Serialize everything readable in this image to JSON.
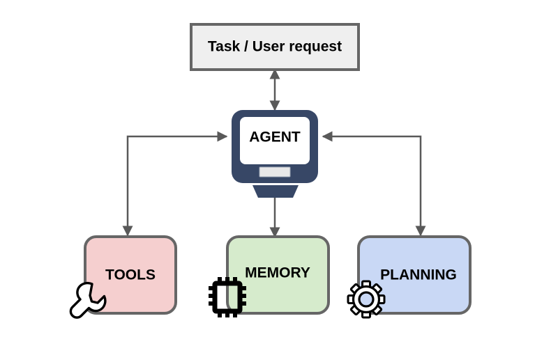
{
  "diagram": {
    "title_node": {
      "label": "Task / User request",
      "fill": "#EFEFEF",
      "stroke": "#666666"
    },
    "agent_node": {
      "label": "AGENT",
      "body_color": "#374766",
      "screen_color": "#FFFFFF",
      "bar_color": "#E8E8E8"
    },
    "capabilities": [
      {
        "label": "TOOLS",
        "icon": "wrench-icon",
        "fill": "#F5CFCF",
        "stroke": "#666666"
      },
      {
        "label": "MEMORY",
        "icon": "chip-icon",
        "fill": "#D6EBCC",
        "stroke": "#666666"
      },
      {
        "label": "PLANNING",
        "icon": "gear-icon",
        "fill": "#C9D8F5",
        "stroke": "#666666"
      }
    ],
    "connectors": [
      {
        "name": "task-agent-connector",
        "from": "Task / User request",
        "to": "AGENT",
        "direction": "bidirectional"
      },
      {
        "name": "agent-tools-connector",
        "from": "AGENT",
        "to": "TOOLS",
        "direction": "bidirectional"
      },
      {
        "name": "agent-memory-connector",
        "from": "AGENT",
        "to": "MEMORY",
        "direction": "bidirectional"
      },
      {
        "name": "agent-planning-connector",
        "from": "AGENT",
        "to": "PLANNING",
        "direction": "bidirectional"
      }
    ],
    "arrow_color": "#595959",
    "background": "#FFFFFF"
  }
}
